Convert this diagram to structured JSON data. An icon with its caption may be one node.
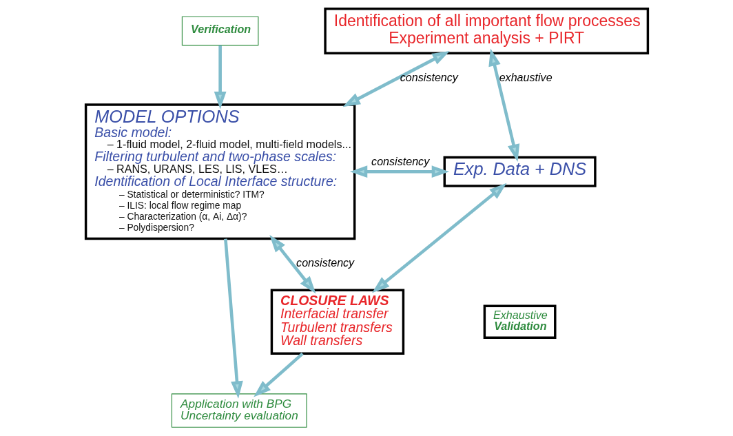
{
  "diagram": {
    "nodes": [
      {
        "text": [
          "Identification of all important flow processes",
          "Experiment analysis + PIRT"
        ]
      },
      {
        "text": [
          "Verification"
        ]
      },
      {
        "text": [
          "MODEL OPTIONS",
          "Basic model:",
          "– 1-fluid model, 2-fluid model, multi-field models...",
          "Filtering turbulent and two-phase scales:",
          "– RANS, URANS, LES, LIS, VLES…",
          "Identification of Local Interface structure:",
          "– Statistical or deterministic? ITM?",
          "– ILIS: local flow regime map",
          "– Characterization (α, Ai, Δα)?",
          "– Polydispersion?"
        ]
      },
      {
        "text": [
          "Exp. Data + DNS"
        ]
      },
      {
        "text": [
          "Exhaustive",
          "Validation"
        ]
      },
      {
        "text": [
          "CLOSURE LAWS",
          "Interfacial transfer",
          "Turbulent transfers",
          "Wall transfers"
        ]
      },
      {
        "text": [
          "Application with BPG",
          "Uncertainty evaluation"
        ]
      }
    ],
    "edges": [
      {
        "from": 1,
        "to": 2,
        "arrow": "to"
      },
      {
        "from": 0,
        "to": 2,
        "arrow": "both",
        "label": "consistency"
      },
      {
        "from": 0,
        "to": 3,
        "arrow": "both",
        "label": "exhaustive"
      },
      {
        "from": 2,
        "to": 3,
        "arrow": "both",
        "label": "consistency"
      },
      {
        "from": 3,
        "to": 5,
        "arrow": "both"
      },
      {
        "from": 2,
        "to": 5,
        "arrow": "both",
        "label": "consistency"
      },
      {
        "from": 2,
        "to": 6,
        "arrow": "to"
      },
      {
        "from": 5,
        "to": 6,
        "arrow": "to"
      }
    ]
  }
}
